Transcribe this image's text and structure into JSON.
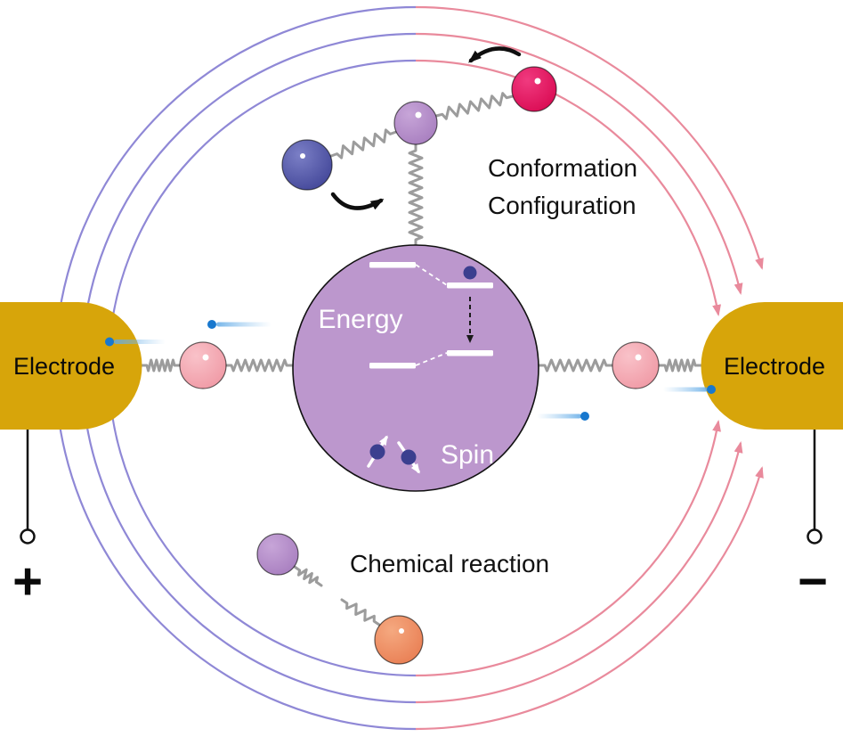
{
  "labels": {
    "electrode_left": "Electrode",
    "electrode_right": "Electrode",
    "conformation": "Conformation",
    "configuration": "Configuration",
    "chemical_reaction": "Chemical reaction",
    "energy": "Energy",
    "spin": "Spin",
    "positive_terminal": "+",
    "negative_terminal": "−"
  },
  "colors": {
    "electrode_gold": "#D7A50A",
    "central_molecule_purple": "#BC97CD",
    "arc_left_purple": "#8F88D6",
    "arc_right_pink": "#E98A9C",
    "ball_dark_blue": "#4C4FA3",
    "ball_light_purple": "#B188C5",
    "ball_crimson": "#E5125F",
    "ball_pink": "#F5ABB5",
    "ball_orange": "#EF8E66",
    "electron_blue": "#1878CE",
    "spring_gray": "#9C9C9C",
    "energy_level_white": "#FFFFFF",
    "rotation_arrow_black": "#0F0F0F"
  }
}
